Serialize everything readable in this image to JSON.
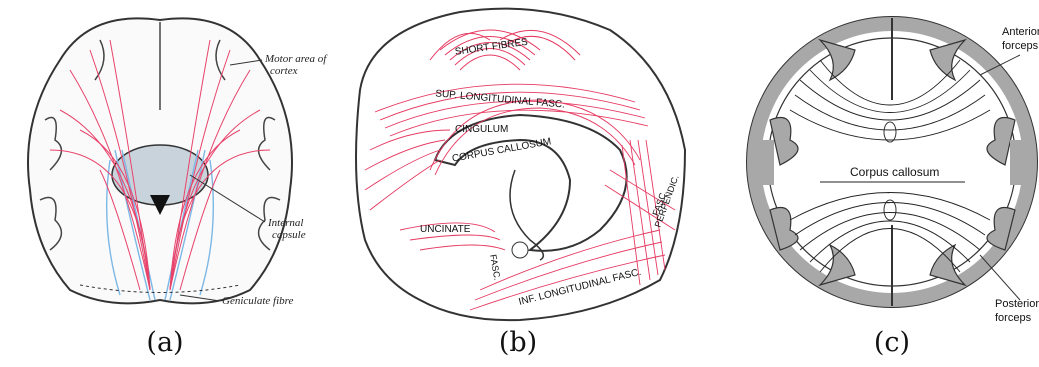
{
  "panels": [
    {
      "caption": "(a)",
      "labels": {
        "motor_area": "Motor area of",
        "motor_area_2": "cortex",
        "internal_capsule": "Internal",
        "internal_capsule_2": "capsule",
        "geniculate": "Geniculate fibre"
      },
      "colors": {
        "pink": "#e8436a",
        "blue": "#7cb8e6"
      }
    },
    {
      "caption": "(b)",
      "labels": {
        "short_fibres": "SHORT FIBRES",
        "sup_long": "SUP. LONGITUDINAL FASC.",
        "cingulum": "CINGULUM",
        "corpus_callosum": "CORPUS CALLOSUM",
        "uncinate": "UNCINATE",
        "fasc": "FASC.",
        "inf_long": "INF. LONGITUDINAL FASC.",
        "perpendic": "PERPENDIC.",
        "perpendic_fasc": "FASC."
      },
      "colors": {
        "pink": "#e63a62"
      }
    },
    {
      "caption": "(c)",
      "labels": {
        "anterior": "Anterior",
        "anterior_2": "forceps",
        "corpus_callosum": "Corpus callosum",
        "posterior": "Posterior",
        "posterior_2": "forceps"
      },
      "colors": {
        "cortex": "#a8a8a8"
      }
    }
  ]
}
